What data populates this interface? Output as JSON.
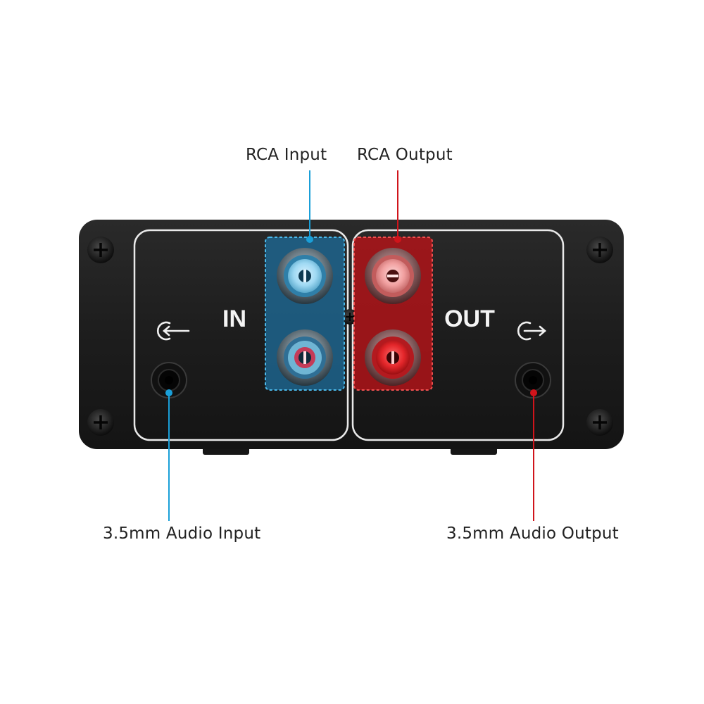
{
  "labels": {
    "rca_input": "RCA Input",
    "rca_output": "RCA Output",
    "audio_input": "3.5mm Audio Input",
    "audio_output": "3.5mm Audio Output"
  },
  "panel": {
    "in_text": "IN",
    "out_text": "OUT"
  },
  "colors": {
    "input_accent": "#1a9fd8",
    "output_accent": "#d0141b",
    "device_body": "#1f1f1f"
  }
}
